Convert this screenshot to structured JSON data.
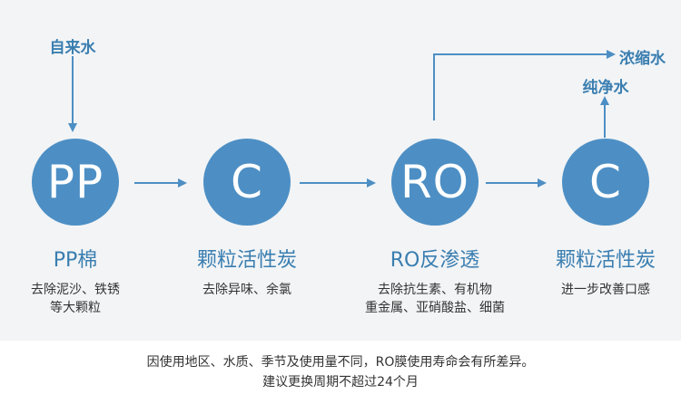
{
  "inputs": {
    "source_label": "自来水"
  },
  "outputs": {
    "concentrate_label": "浓缩水",
    "pure_label": "纯净水"
  },
  "stages": [
    {
      "symbol": "PP",
      "name": "PP棉",
      "desc": [
        "去除泥沙、铁锈",
        "等大颗粒"
      ]
    },
    {
      "symbol": "C",
      "name": "颗粒活性炭",
      "desc": [
        "去除异味、余氯"
      ]
    },
    {
      "symbol": "RO",
      "name": "RO反渗透",
      "desc": [
        "去除抗生素、有机物",
        "重金属、亚硝酸盐、细菌"
      ]
    },
    {
      "symbol": "C",
      "name": "颗粒活性炭",
      "desc": [
        "进一步改善口感"
      ]
    }
  ],
  "colors": {
    "circle": "#4d8fc4",
    "accent_text": "#3a7eb0",
    "arrow": "#4d8fc4",
    "background": "#f2f4f6"
  },
  "footer": {
    "line1": "因使用地区、水质、季节及使用量不同，RO膜使用寿命会有所差异。",
    "line2": "建议更换周期不超过24个月"
  }
}
